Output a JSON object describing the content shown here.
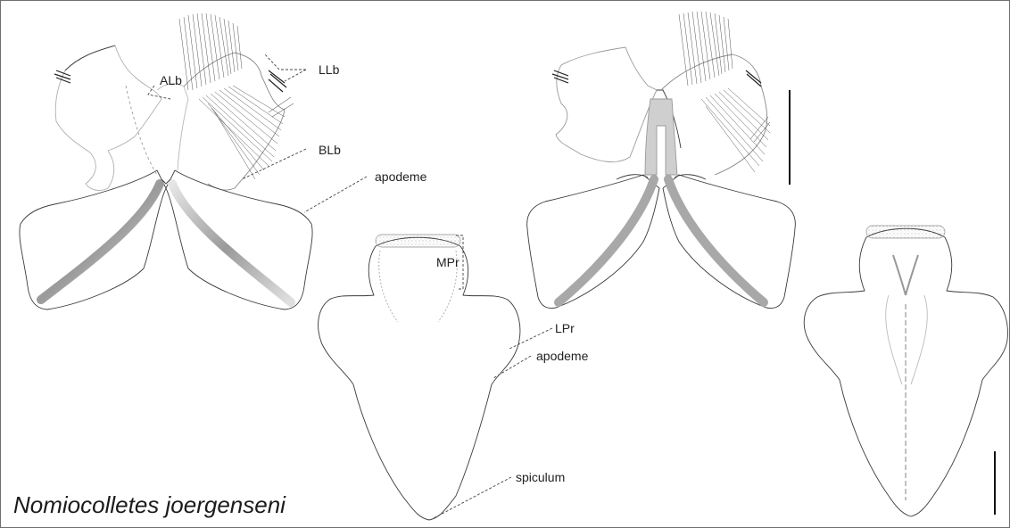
{
  "species_name": "Nomiocolletes joergenseni",
  "labels": {
    "alb": "ALb",
    "llb": "LLb",
    "blb": "BLb",
    "apodeme_upper": "apodeme",
    "mpr": "MPr",
    "lpr": "LPr",
    "apodeme_lower": "apodeme",
    "spiculum": "spiculum"
  },
  "colors": {
    "outline": "#3a3a3a",
    "sclerite_gray": "#bdbdbd",
    "hair": "#555555",
    "leader_line": "#444444",
    "frame": "#6f6f6f"
  }
}
